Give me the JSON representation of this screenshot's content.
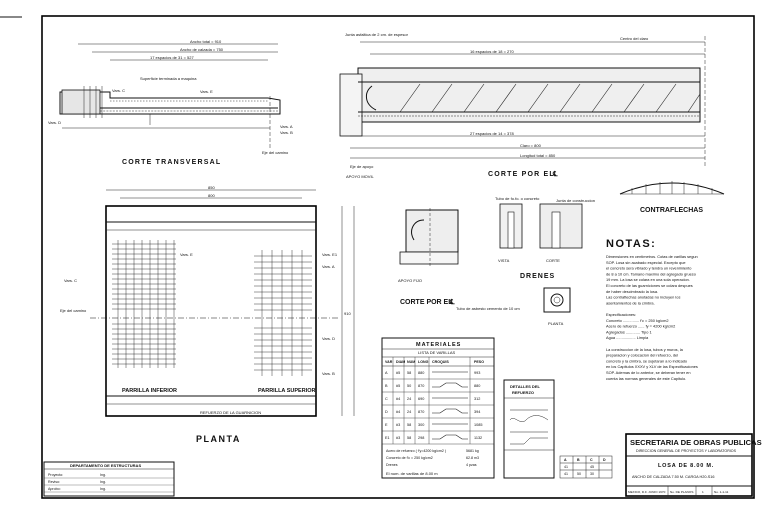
{
  "titles": {
    "corte_transversal": "CORTE TRANSVERSAL",
    "corte_por_el": "CORTE POR EL",
    "planta": "PLANTA",
    "contraflechas": "CONTRAFLECHAS",
    "drenes": "DRENES",
    "notas": "NOTAS:",
    "corte_por_el_apoyo": "CORTE POR EL",
    "apoyo_movil": "APOYO MOVIL",
    "apoyo_fijo": "APOYO FIJO",
    "vista": "VISTA",
    "corte": "CORTE",
    "planta_dren": "PLANTA",
    "parrilla_inferior": "PARRILLA INFERIOR",
    "parrilla_superior": "PARRILLA SUPERIOR"
  },
  "top_left_labels": {
    "ancho_total": "Ancho total = 910",
    "ancho_calzada": "Ancho de calzada = 750",
    "espaciamiento": "17 espacios de 31 = 527",
    "eje_camino": "Eje del camino",
    "superficie": "Superficie terminada a maquina",
    "varilla_c": "Vars. C",
    "varilla_d": "Vars. D",
    "varilla_e": "Vars. E",
    "varilla_b": "Vars. B",
    "varilla_a": "Vars. A"
  },
  "top_right_labels": {
    "junta": "Junta asfaltica de 2 cm. de espesor",
    "espacios": "16 espacios de 18 = 270",
    "centro_claro": "Centro del claro",
    "claro_libre": "Claro = 800",
    "longitud_total": "Longitud total = 850",
    "eje_apoyo": "Eje de apoyo",
    "espacios_bottom": "27 espacios de 14 = 378"
  },
  "drenes_labels": {
    "tubo": "Tubo de fo.fo. o concreto",
    "junta_construccion": "Junta de construccion",
    "tubo_asbesto": "Tubo de asbesto cemento de 10 cm"
  },
  "notas_text": [
    "Dimensiones en centimetros. Cotas de varillas segun",
    "SOP. Losa sin acabado especial. Excepto que",
    "el concreto sera vibrado y tendra un revenimiento",
    "de 8 a 10 cm. Tamano maximo del agregado grueso",
    "19 mm. La losa se colara en una sola operacion.",
    "El concreto de las guarniciones se colara despues",
    "de haber descimbrado la losa.",
    "Las contraflechas anotadas no incluyen los",
    "asentamientos de la cimbra.",
    "",
    "Especificaciones:",
    "Concreto ............... f'c = 250 kg/cm2",
    "Acero de refuerzo ...... fy = 4200 kg/cm2",
    "Agregados ............. Tipo 1",
    "Agua .................. Limpia",
    "",
    "La construccion de la losa, tubos y muros, la",
    "preparacion y colocacion del refuerzo, del",
    "concreto y la cimbra, se sujetaran a lo indicado",
    "en los Capitulos XXXV y XLV de las Especificaciones",
    "SOP. Ademas de lo anterior, se deberan tener en",
    "cuenta las normas generales de este Capitulo."
  ],
  "materiales": {
    "title": "MATERIALES",
    "subtitle": "LISTA DE VARILLAS",
    "columns": [
      "VAR",
      "DIAM",
      "NUM",
      "LONG",
      "CROQUIS",
      "PESO"
    ],
    "rows": [
      [
        "A",
        "#5",
        "58",
        "880",
        "",
        "993"
      ],
      [
        "B",
        "#5",
        "50",
        "870",
        "",
        "880"
      ],
      [
        "C",
        "#4",
        "24",
        "690",
        "",
        "312"
      ],
      [
        "D",
        "#4",
        "24",
        "870",
        "",
        "394"
      ],
      [
        "E",
        "#3",
        "58",
        "300",
        "",
        "1085"
      ],
      [
        "E1",
        "#3",
        "58",
        "298",
        "",
        "1132"
      ]
    ],
    "summary": [
      [
        "Acero de refuerzo ( f'y=4200 kg/cm2 )",
        "5681 kg"
      ],
      [
        "Concreto de f'c = 250 kg/cm2",
        "62.8 m3"
      ],
      [
        "Drenes",
        "4 pzas"
      ]
    ],
    "footer": "El num. de varillas de 8.00 m"
  },
  "detalles": {
    "title_1": "DETALLES DEL",
    "title_2": "REFUERZO",
    "header": [
      "A",
      "B",
      "C",
      "D"
    ],
    "rows": [
      [
        "41",
        "",
        "45",
        ""
      ],
      [
        "41",
        "50",
        "30",
        ""
      ]
    ]
  },
  "sop": {
    "title": "SECRETARIA DE OBRAS PUBLICAS",
    "subtitle": "DIRECCION GENERAL DE PROYECTOS Y LABORATORIOS",
    "losa": "LOSA  DE  8.00 M.",
    "detalle": "ANCHO DE CALZADA 7.50 M. CARGA H20-S16",
    "footer_cells": [
      "MEXICO, D.F. JUNIO 1970",
      "No. DE PLANOS",
      "1",
      "No. 1-1-11"
    ]
  },
  "bottom_left": {
    "header": "DEPARTAMENTO DE ESTRUCTURAS",
    "rows": [
      [
        "Proyecto:",
        "Ing."
      ],
      [
        "Reviso:",
        "Ing."
      ],
      [
        "Aprobo:",
        "Ing."
      ]
    ]
  },
  "planta_labels": {
    "dim_total": "850",
    "dim_sub": "800",
    "ancho": "910",
    "eje_camino": "Eje del camino",
    "vars_a": "Vars. A",
    "vars_b": "Vars. B",
    "vars_c": "Vars. C",
    "vars_d": "Vars. D",
    "vars_e": "Vars. E",
    "vars_e1": "Vars. E1",
    "refuerzo_guarnicion": "REFUERZO DE LA GUARNICION"
  }
}
